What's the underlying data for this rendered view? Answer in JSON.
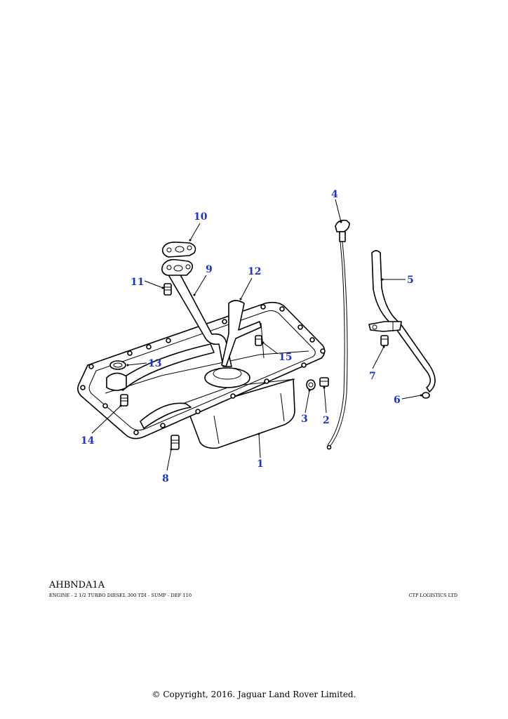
{
  "diagram": {
    "callouts": [
      "1",
      "2",
      "3",
      "4",
      "5",
      "6",
      "7",
      "8",
      "9",
      "10",
      "11",
      "12",
      "13",
      "14",
      "15"
    ]
  },
  "footer": {
    "code": "AHBNDA1A",
    "caption": "ENGINE - 2 1/2 TURBO DIESEL 300 TDI - SUMP - DEF 110",
    "vendor": "CTP LOGISTICS LTD",
    "copyright": "© Copyright, 2016. Jaguar Land Rover Limited."
  }
}
